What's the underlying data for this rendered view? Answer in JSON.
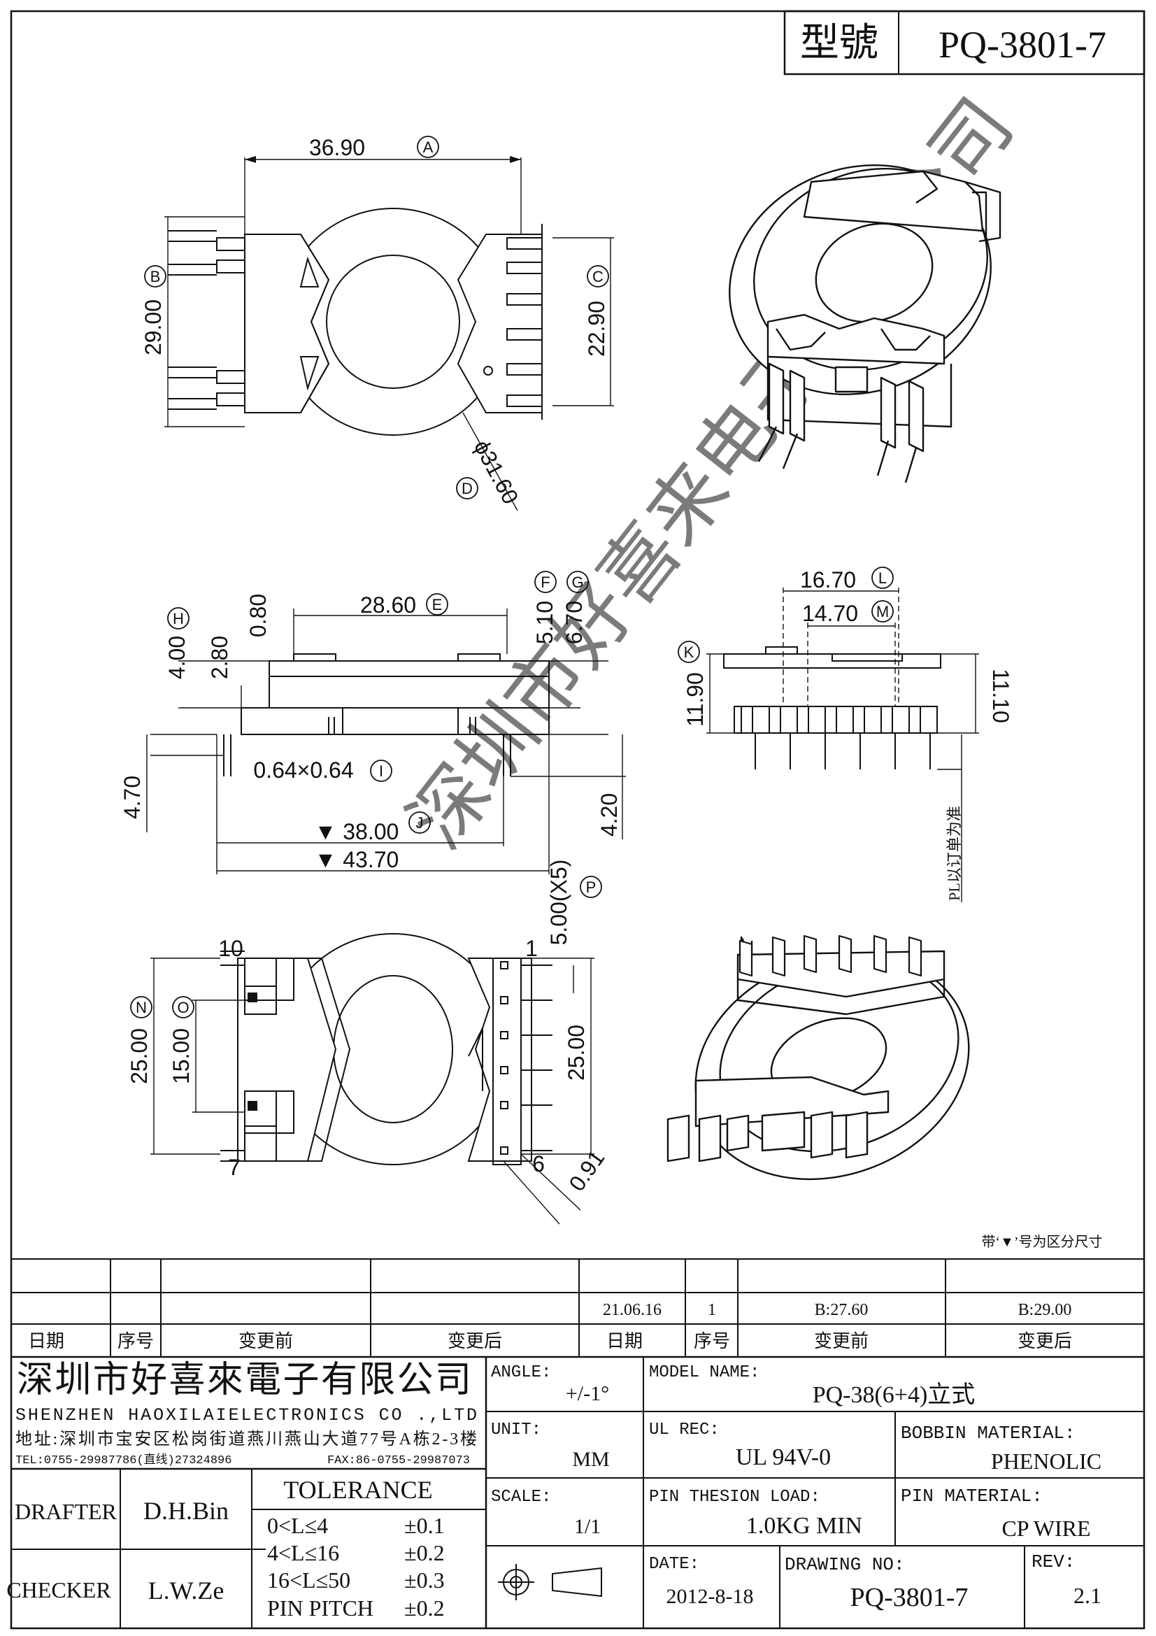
{
  "model_label": "型號",
  "model_value": "PQ-3801-7",
  "top_view": {
    "dim_a": "36.90",
    "a": "A",
    "dim_b": "29.00",
    "b": "B",
    "dim_c": "22.90",
    "c": "C",
    "dim_d": "ϕ31.60",
    "d": "D"
  },
  "side_view": {
    "dim_e": "28.60",
    "e": "E",
    "dim_f": "5.10",
    "f": "F",
    "dim_g": "6.70",
    "g": "G",
    "dim_h": "4.00",
    "h": "H",
    "dim_280": "2.80",
    "dim_080": "0.80",
    "dim_i": "0.64×0.64",
    "i": "I",
    "dim_j": "▼ 38.00",
    "j": "J",
    "dim_4370": "▼ 43.70",
    "dim_470": "4.70",
    "dim_420": "4.20",
    "dim_p": "5.00(X5)",
    "p": "P"
  },
  "end_view": {
    "dim_l": "16.70",
    "l": "L",
    "dim_m": "14.70",
    "m": "M",
    "dim_k": "11.90",
    "k": "K",
    "dim_1110": "11.10",
    "pl_note": "PL以订单为准"
  },
  "bottom_view": {
    "pin10": "10",
    "pin1": "1",
    "pin7": "7",
    "pin6": "6",
    "dim_n": "25.00",
    "n": "N",
    "dim_o": "15.00",
    "o": "O",
    "dim_2500r": "25.00",
    "dim_091": "0.91"
  },
  "note_marker": "带‘▼’号为区分尺寸",
  "watermark": "深圳市好喜来电子有限公司",
  "revision": {
    "row2": {
      "date": "21.06.16",
      "seq": "1",
      "before": "B:27.60",
      "after": "B:29.00"
    },
    "headers": [
      "日期",
      "序号",
      "变更前",
      "变更后",
      "日期",
      "序号",
      "变更前",
      "变更后"
    ]
  },
  "company": {
    "name_cn": "深圳市好喜來電子有限公司",
    "name_en": "SHENZHEN HAOXILAIELECTRONICS CO .,LTD",
    "address": "地址:深圳市宝安区松岗街道燕川燕山大道77号A栋2-3楼",
    "tel": "TEL:0755-29987786(直线)27324896",
    "fax": "FAX:86-0755-29987073"
  },
  "people": {
    "drafter_label": "DRAFTER",
    "drafter": "D.H.Bin",
    "checker_label": "CHECKER",
    "checker": "L.W.Ze"
  },
  "tolerance": {
    "title": "TOLERANCE",
    "rows": [
      {
        "range": "0<L≤4",
        "tol": "±0.1"
      },
      {
        "range": "4<L≤16",
        "tol": "±0.2"
      },
      {
        "range": "16<L≤50",
        "tol": "±0.3"
      },
      {
        "range": "PIN PITCH",
        "tol": "±0.2"
      }
    ]
  },
  "fields": {
    "angle_label": "ANGLE:",
    "angle": "+/-1°",
    "unit_label": "UNIT:",
    "unit": "MM",
    "scale_label": "SCALE:",
    "scale": "1/1",
    "model_name_label": "MODEL NAME:",
    "model_name": "PQ-38(6+4)立式",
    "ul_label": "UL REC:",
    "ul": "UL 94V-0",
    "bobbin_label": "BOBBIN MATERIAL:",
    "bobbin": "PHENOLIC",
    "pin_load_label": "PIN THESION LOAD:",
    "pin_load": "1.0KG MIN",
    "pin_mat_label": "PIN MATERIAL:",
    "pin_mat": "CP  WIRE",
    "date_label": "DATE:",
    "date": "2012-8-18",
    "drawing_no_label": "DRAWING NO:",
    "drawing_no": "PQ-3801-7",
    "rev_label": "REV:",
    "rev": "2.1"
  }
}
